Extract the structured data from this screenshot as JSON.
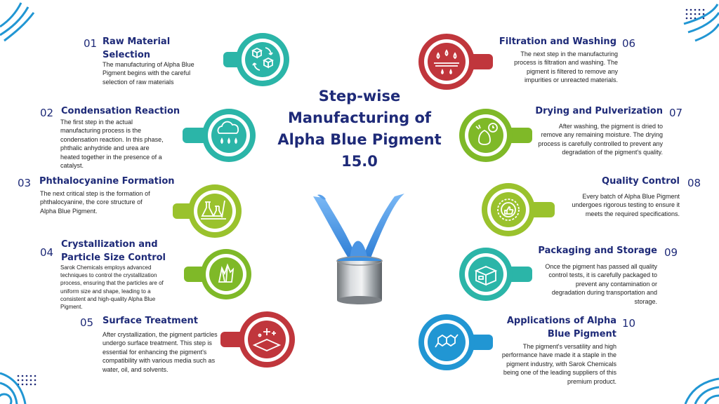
{
  "title": "Step-wise Manufacturing of Alpha Blue Pigment 15.0",
  "colors": {
    "navy": "#1e2a78",
    "teal": "#2bb5a8",
    "red": "#c0363c",
    "green": "#7fb928",
    "blue": "#2196d3",
    "pigment": "#3b8fe0"
  },
  "steps": [
    {
      "num": "01",
      "heading": "Raw Material Selection",
      "desc": "The manufacturing of Alpha Blue Pigment begins with the careful selection of raw materials",
      "icon": "cubes-cycle-icon"
    },
    {
      "num": "02",
      "heading": "Condensation Reaction",
      "desc": "The first step in the actual manufacturing process is the condensation reaction. In this phase, phthalic anhydride and urea are heated together in the presence of a catalyst.",
      "icon": "cloud-rain-icon"
    },
    {
      "num": "03",
      "heading": "Phthalocyanine Formation",
      "desc": "The next critical step is the formation of phthalocyanine, the core structure of Alpha Blue Pigment.",
      "icon": "lab-flasks-icon"
    },
    {
      "num": "04",
      "heading": "Crystallization and Particle Size Control",
      "desc": "Sarok Chemicals employs advanced techniques to control the crystallization process, ensuring that the particles are of uniform size and shape, leading to a consistent and high-quality Alpha Blue Pigment.",
      "icon": "crystal-icon"
    },
    {
      "num": "05",
      "heading": "Surface Treatment",
      "desc": "After crystallization, the pigment particles undergo surface treatment. This step is essential for enhancing the pigment's compatibility with various media such as water, oil, and solvents.",
      "icon": "surface-sparkle-icon"
    },
    {
      "num": "06",
      "heading": "Filtration and Washing",
      "desc": "The next step in the manufacturing process is filtration and washing. The pigment is filtered to remove any impurities or unreacted materials.",
      "icon": "filter-drops-icon"
    },
    {
      "num": "07",
      "heading": "Drying and Pulverization",
      "desc": "After washing, the pigment is dried to remove any remaining moisture. The drying process is carefully controlled to prevent any degradation of the pigment's quality.",
      "icon": "drying-timer-icon"
    },
    {
      "num": "08",
      "heading": "Quality Control",
      "desc": "Every batch of Alpha Blue Pigment undergoes rigorous testing to ensure it meets the required specifications.",
      "icon": "quality-badge-icon"
    },
    {
      "num": "09",
      "heading": "Packaging and Storage",
      "desc": "Once the pigment has passed all quality control tests, it is carefully packaged to prevent any contamination or degradation during transportation and storage.",
      "icon": "package-box-icon"
    },
    {
      "num": "10",
      "heading": "Applications of Alpha Blue Pigment",
      "desc": "The pigment's versatility and high performance have made it a staple in the pigment industry, with Sarok Chemicals being one of the leading suppliers of this premium product.",
      "icon": "molecule-icon"
    }
  ]
}
